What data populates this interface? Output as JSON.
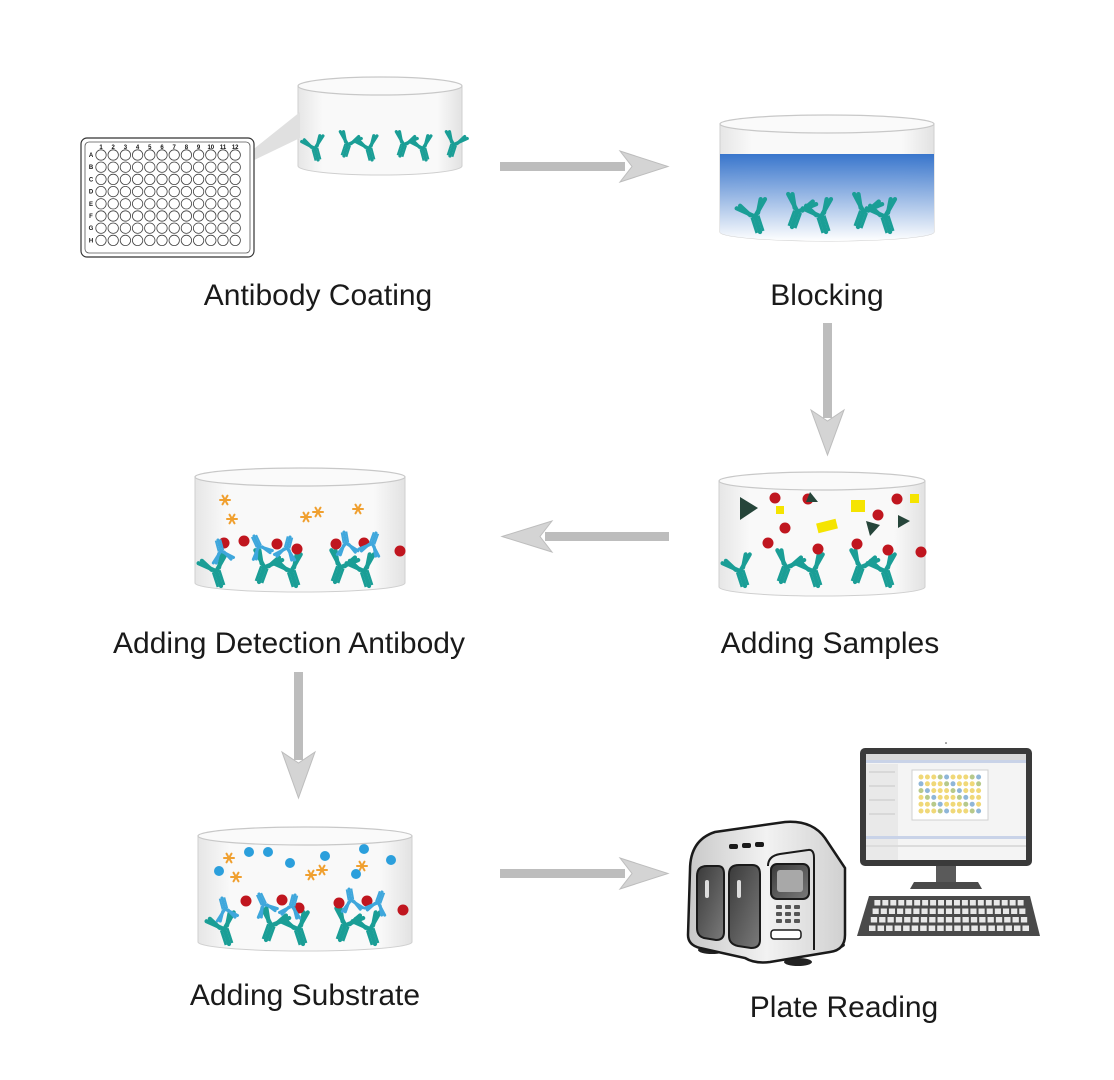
{
  "steps": [
    {
      "id": "antibody-coating",
      "label": "Antibody Coating"
    },
    {
      "id": "blocking",
      "label": "Blocking"
    },
    {
      "id": "adding-samples",
      "label": "Adding Samples"
    },
    {
      "id": "adding-detection-antibody",
      "label": "Adding Detection Antibody"
    },
    {
      "id": "adding-substrate",
      "label": "Adding Substrate"
    },
    {
      "id": "plate-reading",
      "label": "Plate Reading"
    }
  ],
  "plate": {
    "columns": [
      "1",
      "2",
      "3",
      "4",
      "5",
      "6",
      "7",
      "8",
      "9",
      "10",
      "11",
      "12"
    ],
    "rows": [
      "A",
      "B",
      "C",
      "D",
      "E",
      "F",
      "G",
      "H"
    ]
  },
  "colors": {
    "capture_antibody": "#1a9e96",
    "detection_antibody": "#3fa7dc",
    "antigen": "#c0161f",
    "enzyme_label": "#f0a030",
    "substrate": "#2b9fdc",
    "blocking_buffer": "#3b7fd0",
    "arrow": "#bdbdbd",
    "interferent_dark": "#26453a",
    "interferent_yellow": "#f5e400"
  },
  "icons": [
    "microplate-icon",
    "well-icon",
    "antibody-icon",
    "arrow-icon",
    "plate-reader-icon",
    "monitor-icon",
    "keyboard-icon"
  ]
}
